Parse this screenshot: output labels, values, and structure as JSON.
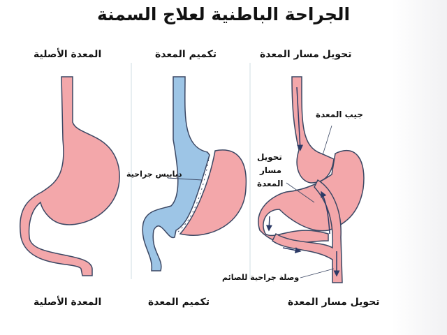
{
  "title": "الجراحة الباطنية لعلاج السمنة",
  "panels": [
    {
      "top_label": "المعدة الأصلية",
      "bottom_label": "المعدة الأصلية"
    },
    {
      "top_label": "تكميم المعدة",
      "bottom_label": "تكميم المعدة"
    },
    {
      "top_label": "تحويل مسار المعدة",
      "bottom_label": "تحويل مسار المعدة"
    }
  ],
  "annotations": {
    "staples": "دبابيس جراحية",
    "pouch": "جيب المعدة",
    "bypass_line1": "تحويل",
    "bypass_line2": "مسار",
    "bypass_line3": "المعدة",
    "jejunum": "وصلة جراحية للصائم"
  },
  "colors": {
    "stomach": "#f3a7aa",
    "sleeve": "#9dc5e6",
    "outline": "#3b4763",
    "arrow": "#2c3a66"
  }
}
